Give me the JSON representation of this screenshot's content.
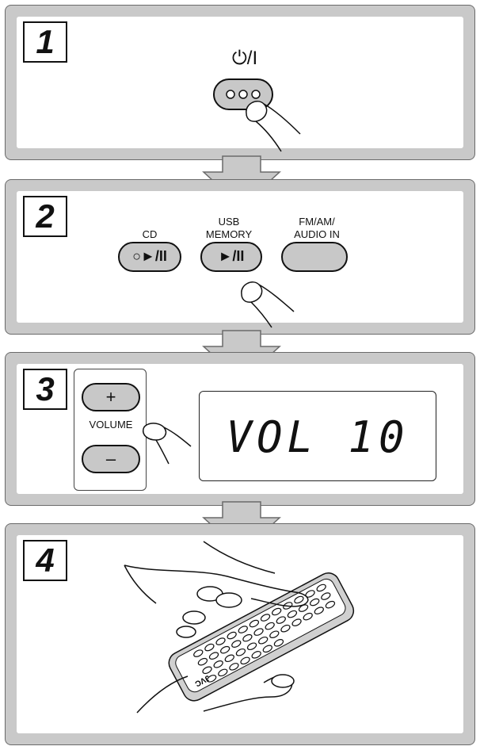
{
  "steps": [
    {
      "number": "1",
      "power_symbol": "⏻/I"
    },
    {
      "number": "2",
      "buttons": [
        {
          "label": "CD",
          "symbol": "○►/II"
        },
        {
          "label_line1": "USB",
          "label_line2": "MEMORY",
          "symbol": "►/II"
        },
        {
          "label_line1": "FM/AM/",
          "label_line2": "AUDIO IN",
          "symbol": ""
        }
      ]
    },
    {
      "number": "3",
      "volume_label": "VOLUME",
      "plus": "+",
      "minus": "–",
      "display_text": "VOL 10"
    },
    {
      "number": "4",
      "remote_brand": "JVC"
    }
  ],
  "colors": {
    "panel_gray": "#c9c9c9",
    "button_gray": "#c8c8c8",
    "outline": "#111111"
  }
}
